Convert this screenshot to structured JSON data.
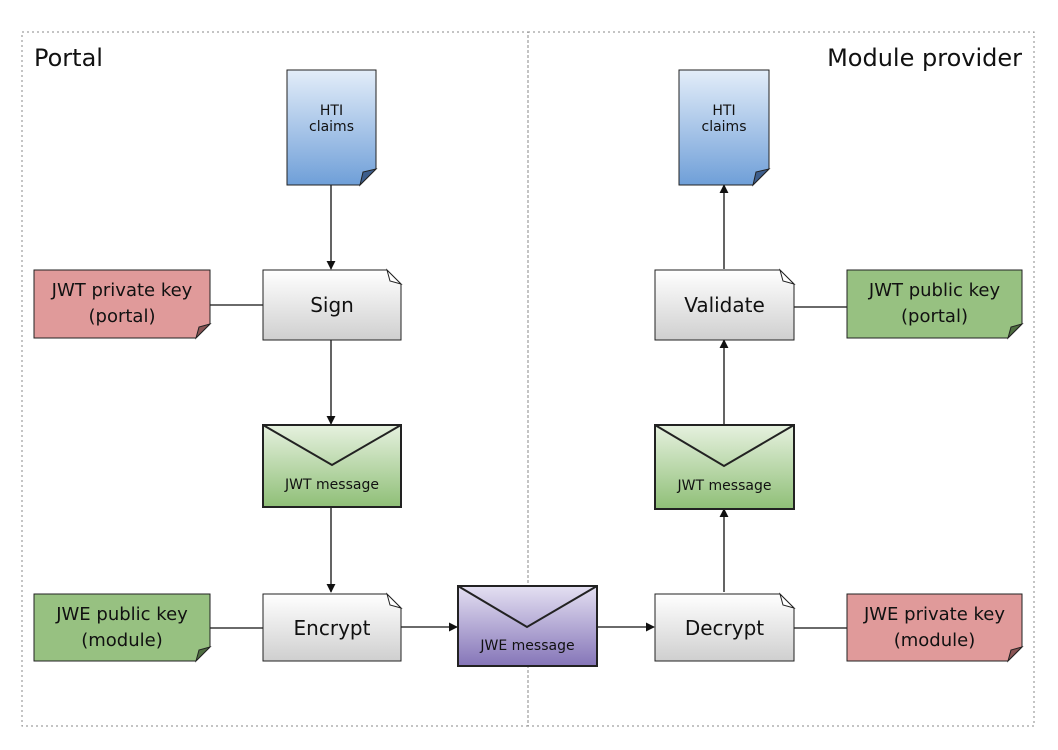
{
  "regions": {
    "portal": {
      "title": "Portal"
    },
    "provider": {
      "title": "Module provider"
    }
  },
  "portal": {
    "hti_claims": [
      "HTI",
      "claims"
    ],
    "jwt_private_key": [
      "JWT private key",
      "(portal)"
    ],
    "sign": "Sign",
    "jwt_message": "JWT message",
    "jwe_public_key": [
      "JWE public key",
      "(module)"
    ],
    "encrypt": "Encrypt"
  },
  "shared": {
    "jwe_message": "JWE message"
  },
  "provider": {
    "decrypt": "Decrypt",
    "jwe_private_key": [
      "JWE private key",
      "(module)"
    ],
    "jwt_message": "JWT message",
    "validate": "Validate",
    "jwt_public_key": [
      "JWT public key",
      "(portal)"
    ],
    "hti_claims": [
      "HTI",
      "claims"
    ]
  },
  "colors": {
    "blue": "#6f9fd8",
    "red": "#e09a9a",
    "green": "#97c181",
    "gray": "#dcdcdc",
    "purple": "#8878b8"
  }
}
